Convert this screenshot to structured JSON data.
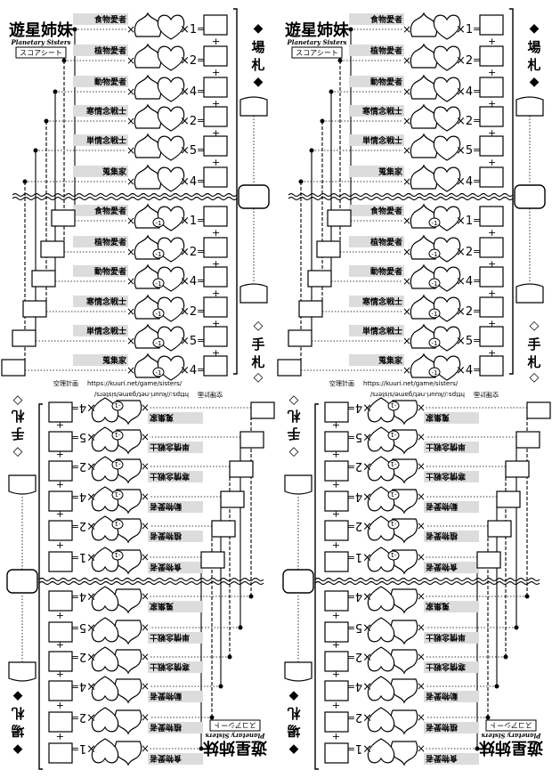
{
  "sheet": {
    "logo_main": "遊星姉妹",
    "logo_sub": "Planetary Sisters",
    "sheet_label": "スコアシート",
    "field_label": "場札",
    "hand_label": "手札",
    "credit_org": "空理計画",
    "credit_url": "https://kuuri.net/game/sisters/"
  },
  "field_rows": [
    {
      "label": "食物愛者",
      "mult": "×1"
    },
    {
      "label": "植物愛者",
      "mult": "×2"
    },
    {
      "label": "動物愛者",
      "mult": "×4"
    },
    {
      "label": "寒情念戦士",
      "mult": "×2"
    },
    {
      "label": "単情念戦士",
      "mult": "×5"
    },
    {
      "label": "蒐集家",
      "mult": "×4"
    }
  ],
  "hand_rows": [
    {
      "label": "食物愛者",
      "mult": "×1",
      "penalty": "-1"
    },
    {
      "label": "植物愛者",
      "mult": "×2",
      "penalty": "-1"
    },
    {
      "label": "動物愛者",
      "mult": "×4",
      "penalty": "-1"
    },
    {
      "label": "寒情念戦士",
      "mult": "×2",
      "penalty": "-1"
    },
    {
      "label": "単情念戦士",
      "mult": "×5",
      "penalty": "-1"
    },
    {
      "label": "蒐集家",
      "mult": "×4",
      "penalty": "-1"
    }
  ],
  "symbols": {
    "times": "×",
    "plus": "+",
    "equals": "=",
    "filled_diamond": "◆",
    "open_diamond": "◇"
  }
}
